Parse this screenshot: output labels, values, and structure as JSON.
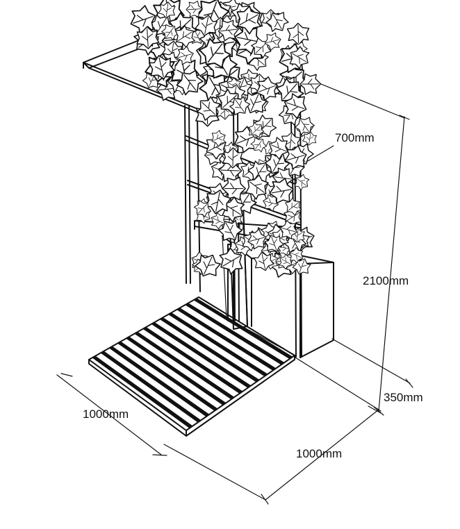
{
  "dimensions": {
    "height": "2100mm",
    "depth_top": "700mm",
    "planter_depth": "350mm",
    "deck_depth": "1000mm",
    "deck_width": "1000mm"
  }
}
